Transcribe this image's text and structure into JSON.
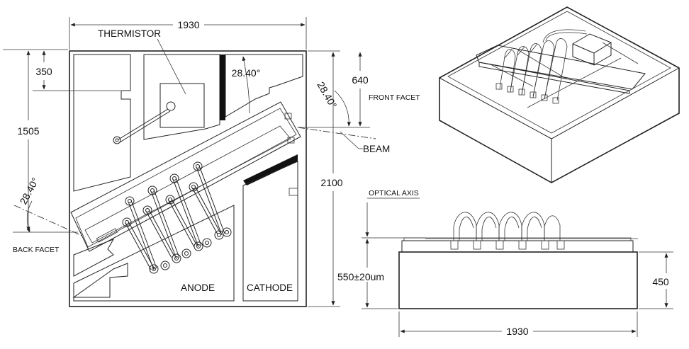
{
  "top_view": {
    "width_dim": "1930",
    "height_dim": "2100",
    "offset_1505": "1505",
    "offset_350": "350",
    "offset_640": "640",
    "angle_label": "28.40°",
    "angle_front": "28.40°",
    "angle_back": "28.40°",
    "thermistor": "THERMISTOR",
    "front_facet": "FRONT FACET",
    "back_facet": "BACK FACET",
    "beam": "BEAM",
    "anode": "ANODE",
    "cathode": "CATHODE"
  },
  "side_view": {
    "optical_axis": "OPTICAL AXIS",
    "height_label": "550±20um",
    "thickness_dim": "450",
    "width_dim": "1930"
  }
}
